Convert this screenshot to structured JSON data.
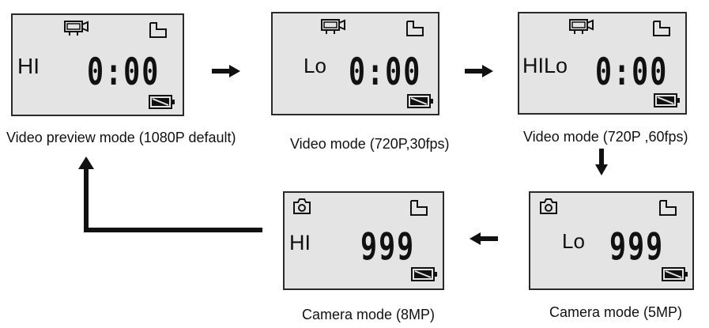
{
  "screens": [
    {
      "res": "HI",
      "counter": "0:00",
      "caption": "Video preview mode (1080P default)",
      "mode_icon": "video-camera-icon"
    },
    {
      "res": "Lo",
      "counter": "0:00",
      "caption": "Video mode (720P,30fps)",
      "mode_icon": "video-camera-icon"
    },
    {
      "res": "HILo",
      "counter": "0:00",
      "caption": "Video mode (720P ,60fps)",
      "mode_icon": "video-camera-icon"
    },
    {
      "res": "Lo",
      "counter": "999",
      "caption": "Camera mode (5MP)",
      "mode_icon": "photo-camera-icon"
    },
    {
      "res": "HI",
      "counter": "999",
      "caption": "Camera mode (8MP)",
      "mode_icon": "photo-camera-icon"
    }
  ],
  "colors": {
    "lcd": "#e4e4e4",
    "ink": "#111111"
  }
}
